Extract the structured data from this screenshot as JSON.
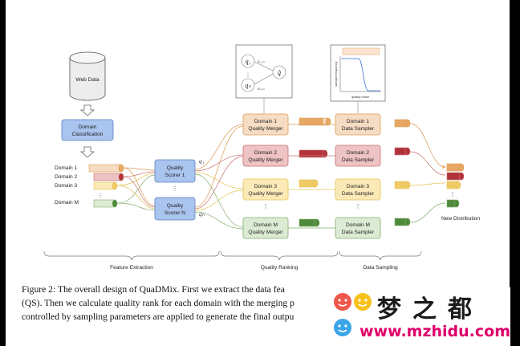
{
  "diagram": {
    "web_data": "Web Data",
    "domain_classification": [
      "Domain",
      "Classification"
    ],
    "domain_labels": [
      "Domain 1",
      "Domain 2",
      "Domain 3",
      "Domain M"
    ],
    "scorers": [
      {
        "line1": "Quality",
        "line2": "Scorer 1",
        "q": "q₁"
      },
      {
        "line1": "Quality",
        "line2": "Scorer N",
        "q": "qₙ"
      }
    ],
    "mergers": [
      {
        "line1": "Domain 1",
        "line2": "Quality Merger"
      },
      {
        "line1": "Domain 2",
        "line2": "Quality Merger"
      },
      {
        "line1": "Domain 3",
        "line2": "Quality Merger"
      },
      {
        "line1": "Domain M",
        "line2": "Quality Merger"
      }
    ],
    "samplers": [
      {
        "line1": "Domain 1",
        "line2": "Data Sampler"
      },
      {
        "line1": "Domain 2",
        "line2": "Data Sampler"
      },
      {
        "line1": "Domain 3",
        "line2": "Data Sampler"
      },
      {
        "line1": "Domain M",
        "line2": "Data Sampler"
      }
    ],
    "merger_inset": {
      "q1": "q₁",
      "qn": "qₙ",
      "w1": "α₁,ₘ",
      "wn": "αₙ,ₘ",
      "out": "q̂"
    },
    "sampler_inset": {
      "xlabel": "quality value",
      "ylabel": "sample frequency"
    },
    "new_distribution": "New Distribution",
    "stages": [
      "Feature Extraction",
      "Quality Ranking",
      "Data Sampling"
    ],
    "colors": {
      "domain1": "#e7a863",
      "domain2": "#b2323a",
      "domain3": "#f0cb64",
      "domainM": "#4e8a3b",
      "box_blue": "#a9c4ee",
      "box_orange": "#f6dcc3",
      "box_red": "#eec3c3",
      "box_yellow": "#fbeab8",
      "box_green": "#dcebd3",
      "stroke_orange": "#d99a55",
      "stroke_red": "#c97272",
      "stroke_yellow": "#e3c254",
      "stroke_green": "#83ae6e"
    }
  },
  "caption": {
    "line1": "Figure 2: The overall design of QuaDMix. First we extract the data fea",
    "line2": "(QS). Then we calculate quality rank for each domain with the merging p",
    "line3": "controlled by sampling parameters are applied to generate the final outpu"
  },
  "watermark": {
    "title": "梦之都",
    "url": "www.mzhidu.com"
  }
}
